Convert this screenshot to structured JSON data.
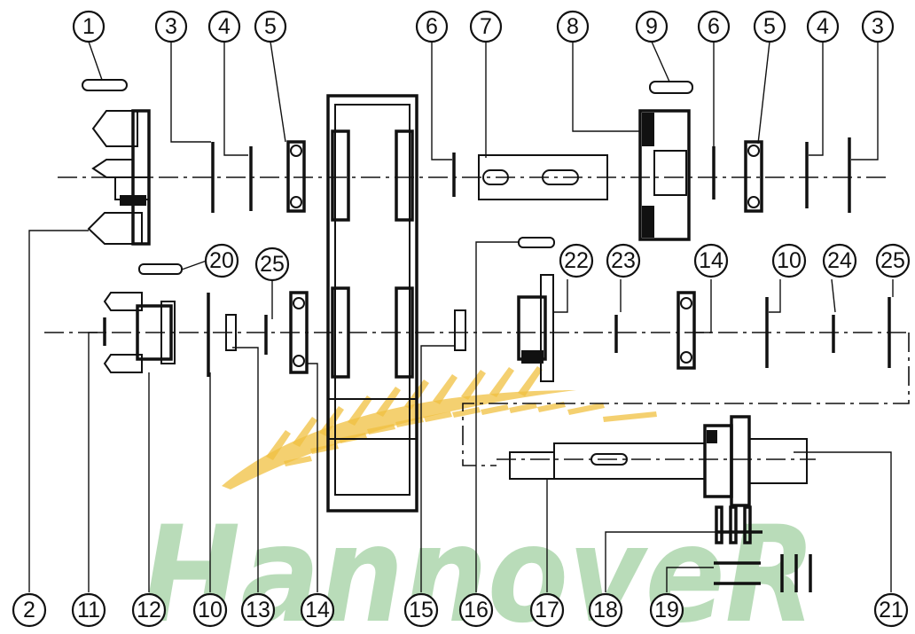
{
  "callouts": {
    "top": [
      "1",
      "3",
      "4",
      "5",
      "6",
      "7",
      "8",
      "9",
      "6",
      "5",
      "4",
      "3"
    ],
    "mid": [
      "20",
      "25",
      "22",
      "23",
      "14",
      "10",
      "24",
      "25"
    ],
    "bottom": [
      "2",
      "11",
      "12",
      "10",
      "13",
      "14",
      "15",
      "16",
      "17",
      "18",
      "19",
      "21"
    ]
  },
  "watermark": {
    "text": "HannoveR",
    "color": "#7fbf7f",
    "wheat_color": "#f0c040"
  }
}
